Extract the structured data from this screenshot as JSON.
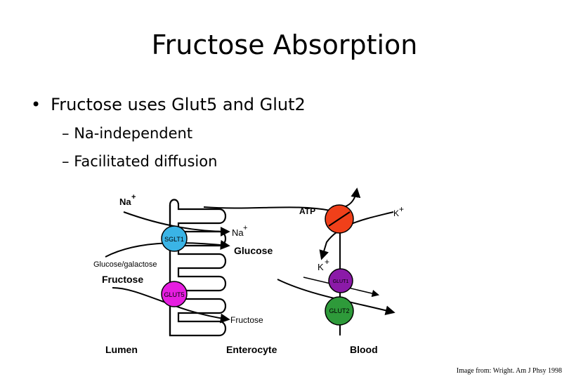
{
  "slide": {
    "title": "Fructose Absorption",
    "bullet": "Fructose uses Glut5 and Glut2",
    "bullet_marker": "•",
    "sub_marker": "–",
    "subs": [
      "Na-independent",
      "Facilitated diffusion"
    ],
    "credit": "Image from: Wright. Am J Phsy 1998"
  },
  "diagram": {
    "labels": {
      "na_out": "Na",
      "na_in": "Na",
      "plus": "+",
      "glucose_galactose": "Glucose/galactose",
      "glucose": "Glucose",
      "fructose_lumen": "Fructose",
      "fructose_cell": "Fructose",
      "atp": "ATP",
      "k_top": "K",
      "k_mid": "K",
      "lumen": "Lumen",
      "enterocyte": "Enterocyte",
      "blood": "Blood"
    },
    "transporters": {
      "sglt1": "SGLT1",
      "glut5": "GLUT5",
      "glut2": "GLUT2",
      "glut1": "GLUT1"
    },
    "colors": {
      "sglt1": "#3ab4e6",
      "glut5": "#e61ee0",
      "glut2": "#2e9a3a",
      "glut1": "#8b1aa8",
      "atp_pump": "#f0401a"
    }
  }
}
